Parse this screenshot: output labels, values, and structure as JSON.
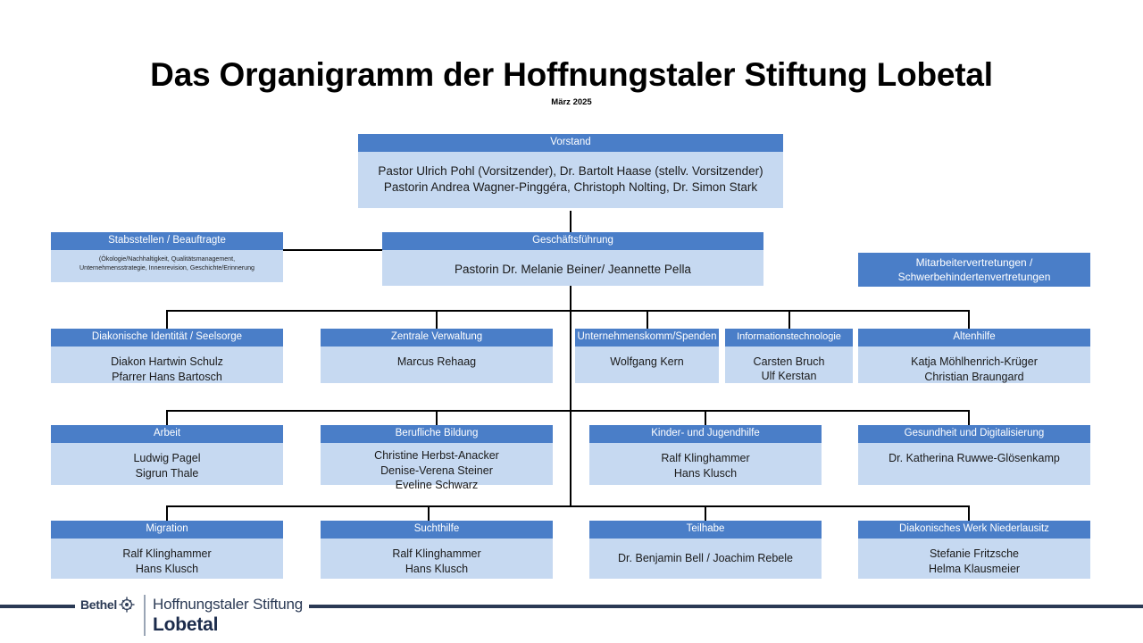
{
  "header": {
    "title": "Das Organigramm der Hoffnungstaler Stiftung Lobetal",
    "subtitle": "März 2025"
  },
  "colors": {
    "header_blue": "#4a7ec8",
    "body_blue": "#c6d9f1",
    "line_black": "#000000",
    "footer_navy": "#2b3a55"
  },
  "nodes": {
    "vorstand": {
      "title": "Vorstand",
      "line1": "Pastor Ulrich Pohl (Vorsitzender), Dr. Bartolt Haase (stellv. Vorsitzender)",
      "line2": "Pastorin Andrea Wagner-Pinggéra, Christoph Nolting, Dr. Simon Stark"
    },
    "stabsstellen": {
      "title": "Stabsstellen / Beauftragte",
      "line1": "(Ökologie/Nachhaltigkeit,    Qualitätsmanagement,",
      "line2": "Unternehmensstrategie,    Innenrevision,   Geschichte/Erinnerung"
    },
    "geschaeftsfuehrung": {
      "title": "Geschäftsführung",
      "line1": "Pastorin Dr. Melanie Beiner/ Jeannette Pella"
    },
    "mitarbeitervertretungen": {
      "line1": "Mitarbeitervertretungen /",
      "line2": "Schwerbehindertenvertretungen"
    },
    "diakonische_identitaet": {
      "title": "Diakonische Identität / Seelsorge",
      "line1": "Diakon Hartwin Schulz",
      "line2": "Pfarrer Hans Bartosch"
    },
    "zentrale_verwaltung": {
      "title": "Zentrale Verwaltung",
      "line1": "Marcus Rehaag"
    },
    "unternehmenskomm": {
      "title": "Unternehmenskomm/Spenden",
      "line1": "Wolfgang Kern"
    },
    "informationstechnologie": {
      "title": "Informationstechnologie",
      "line1": "Carsten Bruch",
      "line2": "Ulf Kerstan"
    },
    "altenhilfe": {
      "title": "Altenhilfe",
      "line1": "Katja Möhlhenrich-Krüger",
      "line2": "Christian Braungard"
    },
    "arbeit": {
      "title": "Arbeit",
      "line1": "Ludwig Pagel",
      "line2": "Sigrun Thale"
    },
    "berufliche_bildung": {
      "title": "Berufliche Bildung",
      "line1": "Christine Herbst-Anacker",
      "line2": "Denise-Verena Steiner",
      "line3": "Eveline Schwarz"
    },
    "kinder_jugendhilfe": {
      "title": "Kinder- und Jugendhilfe",
      "line1": "Ralf Klinghammer",
      "line2": "Hans Klusch"
    },
    "gesundheit_digitalisierung": {
      "title": "Gesundheit und Digitalisierung",
      "line1": "Dr. Katherina Ruwwe-Glösenkamp"
    },
    "migration": {
      "title": "Migration",
      "line1": "Ralf Klinghammer",
      "line2": "Hans Klusch"
    },
    "suchthilfe": {
      "title": "Suchthilfe",
      "line1": "Ralf Klinghammer",
      "line2": "Hans Klusch"
    },
    "teilhabe": {
      "title": "Teilhabe",
      "line1": "Dr. Benjamin Bell / Joachim Rebele"
    },
    "diakonisches_werk": {
      "title": "Diakonisches Werk Niederlausitz",
      "line1": "Stefanie Fritzsche",
      "line2": "Helma Klausmeier"
    }
  },
  "footer": {
    "bethel": "Bethel",
    "org_line1": "Hoffnungstaler Stiftung",
    "org_line2": "Lobetal"
  }
}
